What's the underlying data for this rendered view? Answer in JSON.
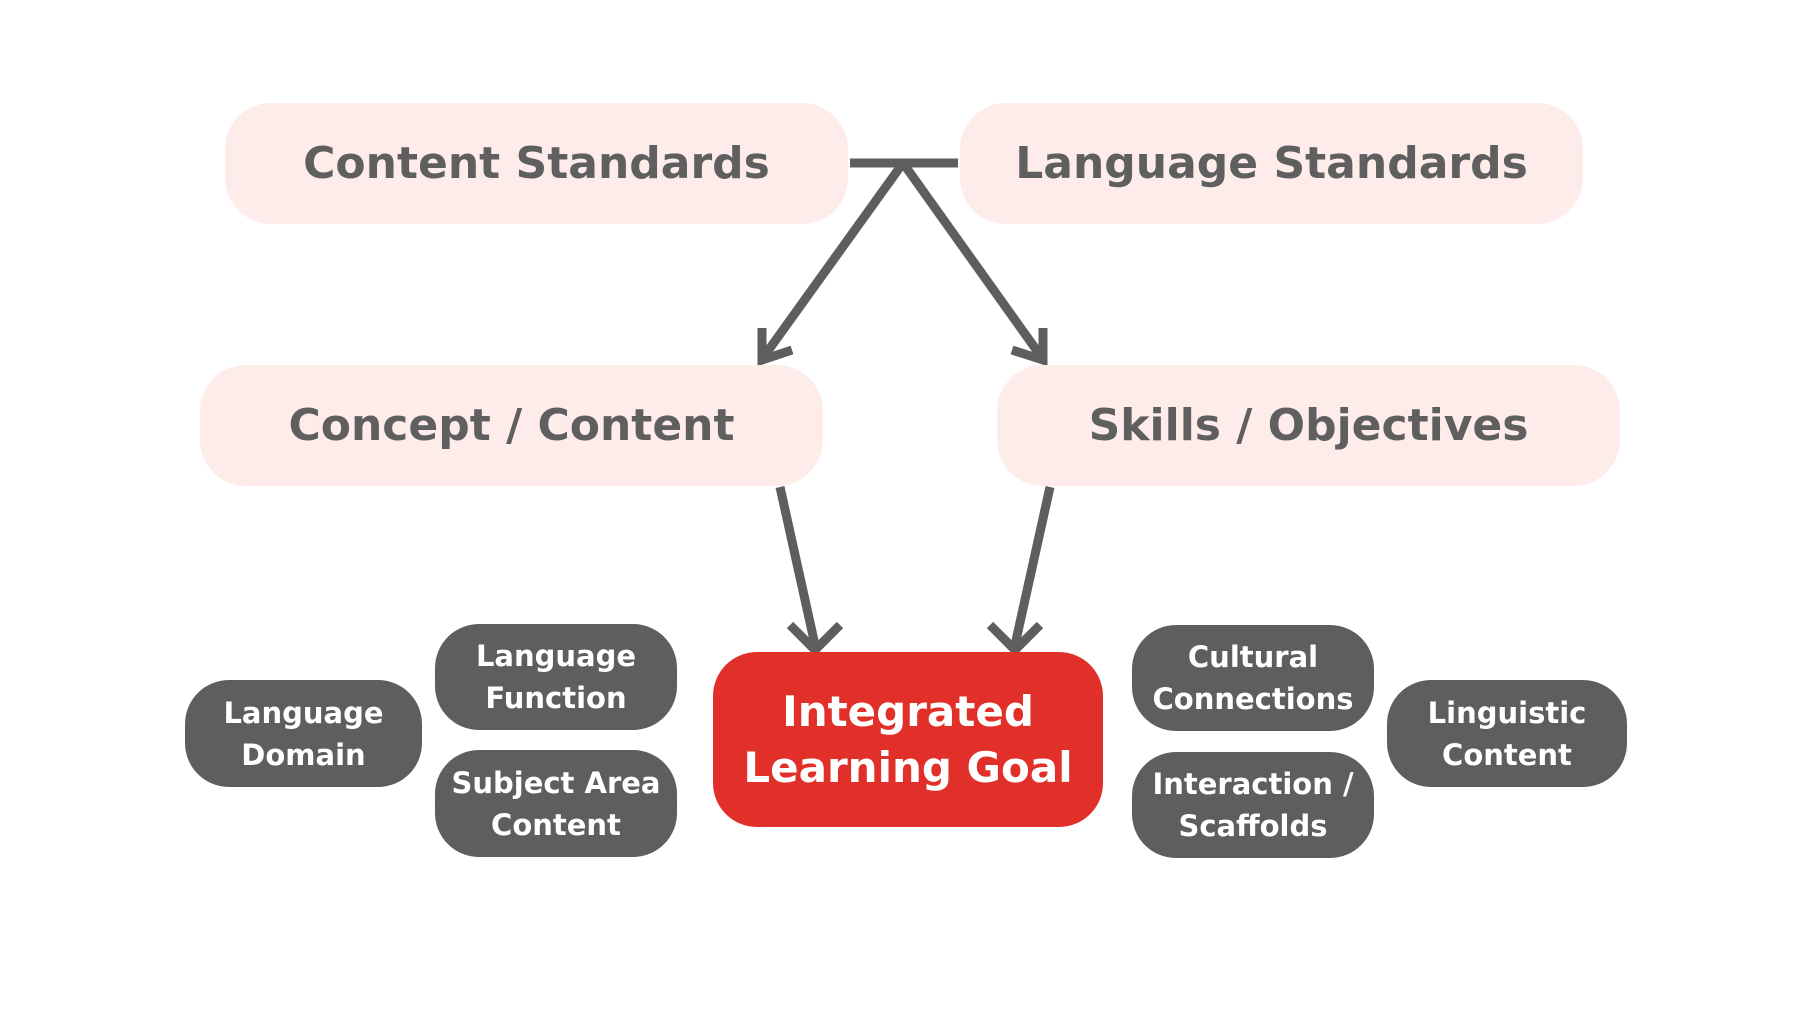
{
  "colors": {
    "standard_fill": "#fdecea",
    "standard_text": "#5f5f5f",
    "component_fill": "#5e5e5e",
    "goal_fill": "#e03029",
    "arrow": "#5e5e5e"
  },
  "standards": {
    "content": "Content Standards",
    "language": "Language Standards"
  },
  "mid": {
    "concept": "Concept / Content",
    "skills": "Skills / Objectives"
  },
  "goal": {
    "label": "Integrated\nLearning Goal"
  },
  "components_left": {
    "language_domain": "Language\nDomain",
    "language_function": "Language\nFunction",
    "subject_area_content": "Subject Area\nContent"
  },
  "components_right": {
    "cultural_connections": "Cultural\nConnections",
    "interaction_scaffolds": "Interaction /\nScaffolds",
    "linguistic_content": "Linguistic\nContent"
  }
}
